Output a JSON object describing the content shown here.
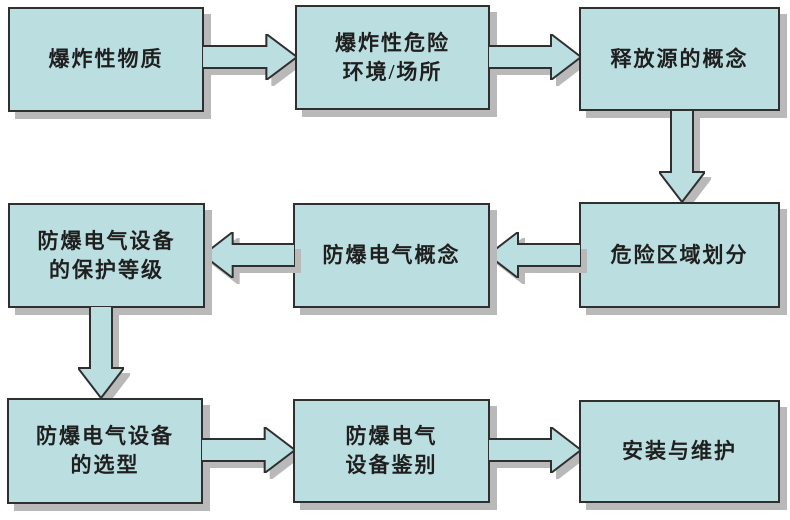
{
  "diagram": {
    "background": "#ffffff",
    "box_fill": "#bbdee0",
    "box_border": "#2f2f2f",
    "shadow_color": "#b9b9b9",
    "text_color": "#1f1f1f",
    "nodes": [
      {
        "id": "explosive-substances",
        "line1": "爆炸性物质",
        "line2": ""
      },
      {
        "id": "explosive-hazardous-environment",
        "line1": "爆炸性危险",
        "line2": "环境/场所"
      },
      {
        "id": "release-source-concept",
        "line1": "释放源的概念",
        "line2": ""
      },
      {
        "id": "hazardous-area-classification",
        "line1": "危险区域划分",
        "line2": ""
      },
      {
        "id": "explosion-proof-electrical-concept",
        "line1": "防爆电气概念",
        "line2": ""
      },
      {
        "id": "equipment-protection-level",
        "line1": "防爆电气设备",
        "line2": "的保护等级"
      },
      {
        "id": "equipment-selection",
        "line1": "防爆电气设备",
        "line2": "的选型"
      },
      {
        "id": "equipment-identification",
        "line1": "防爆电气",
        "line2": "设备鉴别"
      },
      {
        "id": "installation-maintenance",
        "line1": "安装与维护",
        "line2": ""
      }
    ],
    "arrows": [
      {
        "from": "explosive-substances",
        "to": "explosive-hazardous-environment",
        "direction": "right"
      },
      {
        "from": "explosive-hazardous-environment",
        "to": "release-source-concept",
        "direction": "right"
      },
      {
        "from": "release-source-concept",
        "to": "hazardous-area-classification",
        "direction": "down"
      },
      {
        "from": "hazardous-area-classification",
        "to": "explosion-proof-electrical-concept",
        "direction": "left"
      },
      {
        "from": "explosion-proof-electrical-concept",
        "to": "equipment-protection-level",
        "direction": "left"
      },
      {
        "from": "equipment-protection-level",
        "to": "equipment-selection",
        "direction": "down"
      },
      {
        "from": "equipment-selection",
        "to": "equipment-identification",
        "direction": "right"
      },
      {
        "from": "equipment-identification",
        "to": "installation-maintenance",
        "direction": "right"
      }
    ]
  }
}
